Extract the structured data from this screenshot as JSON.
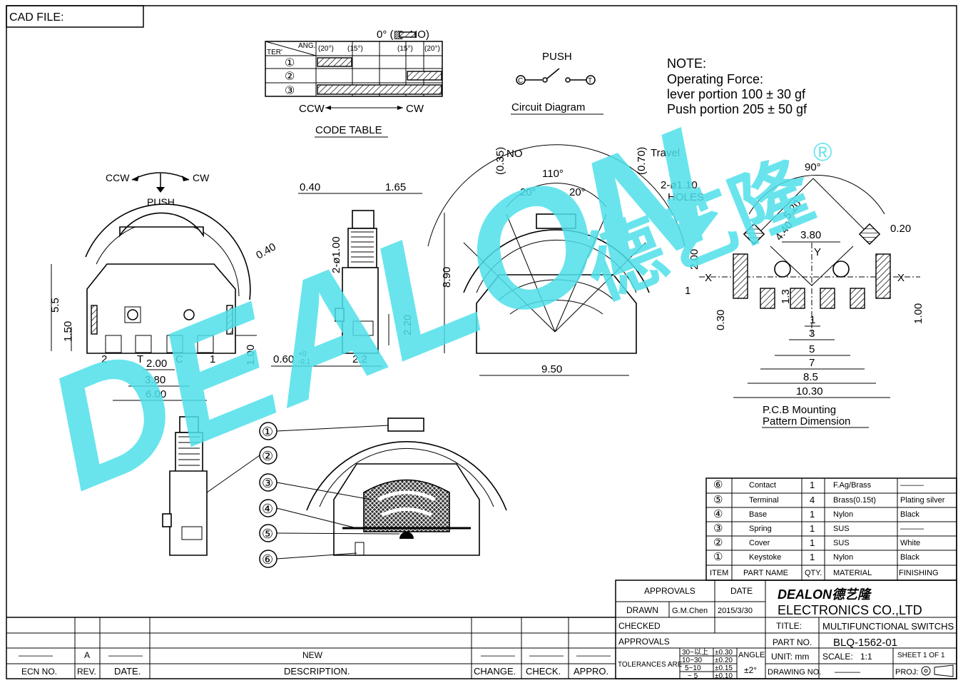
{
  "header": {
    "cad_file": "CAD FILE:"
  },
  "code_table": {
    "legend": "0° (▨=NO)",
    "col_header_ter": "TER'",
    "col_header_ang": "ANG.",
    "angles": [
      "(20°)",
      "(15°)",
      "(15°)",
      "(20°)"
    ],
    "rows": [
      "①",
      "②",
      "③"
    ],
    "ccw": "CCW",
    "cw": "CW",
    "title": "CODE TABLE"
  },
  "circuit": {
    "push": "PUSH",
    "left": "C",
    "right": "T",
    "title": "Circuit Diagram"
  },
  "note": {
    "title": "NOTE:",
    "line1": "Operating Force:",
    "line2": "lever portion 100 ± 30 gf",
    "line3": "Push portion 205 ± 50 gf"
  },
  "front_view": {
    "ccw": "CCW",
    "cw": "CW",
    "push": "PUSH",
    "dim_040": "0.40",
    "dim_55": "5.5",
    "dim_150": "1.50",
    "dim_100": "1.00",
    "pin2": "2",
    "pinT": "T",
    "pinC": "C",
    "pin1": "1",
    "dim_200": "2.00",
    "dim_380": "3.80",
    "dim_600": "6.00"
  },
  "side_view": {
    "dim_040": "0.40",
    "dim_165": "1.65",
    "dim_2x100": "2-ø1.00",
    "dim_220": "2.20",
    "dim_060": "0.60",
    "tol_plus": "+0",
    "tol_minus": "-0.1",
    "dim_22": "2.2"
  },
  "rot_view": {
    "no": "NO",
    "travel": "Travel",
    "dim_035": "(0.35)",
    "dim_070": "(0.70)",
    "ang_110": "110°",
    "ang_20a": "20°",
    "ang_20b": "20°",
    "dim_890": "8.90",
    "dim_950": "9.50"
  },
  "pcb": {
    "holes": "2-ø1.10",
    "holes2": "HOLES",
    "ang_90": "90°",
    "dim_520": "5.20",
    "dim_440": "4.40",
    "dim_020": "0.20",
    "dim_380": "3.80",
    "y": "Y",
    "x_left": "X",
    "x_right": "X",
    "dim_200": "2.00",
    "dim_1": "1",
    "dim_13": "1.3",
    "dim_030": "0.30",
    "dim_100": "1.00",
    "w1": "1",
    "w3": "3",
    "w5": "5",
    "w7": "7",
    "w85": "8.5",
    "w1030": "10.30",
    "title1": "P.C.B Mounting",
    "title2": "Pattern Dimension"
  },
  "exploded": {
    "labels": [
      "①",
      "②",
      "③",
      "④",
      "⑤",
      "⑥"
    ]
  },
  "watermark": {
    "text": "DEALON",
    "chinese": "德艺隆",
    "reg": "®"
  },
  "bom": {
    "rows": [
      {
        "item": "⑥",
        "name": "Contact",
        "qty": "1",
        "material": "F.Ag/Brass",
        "finishing": "———"
      },
      {
        "item": "⑤",
        "name": "Terminal",
        "qty": "4",
        "material": "Brass(0.15t)",
        "finishing": "Plating silver"
      },
      {
        "item": "④",
        "name": "Base",
        "qty": "1",
        "material": "Nylon",
        "finishing": "Black"
      },
      {
        "item": "③",
        "name": "Spring",
        "qty": "1",
        "material": "SUS",
        "finishing": "———"
      },
      {
        "item": "②",
        "name": "Cover",
        "qty": "1",
        "material": "SUS",
        "finishing": "White"
      },
      {
        "item": "①",
        "name": "Keystoke",
        "qty": "1",
        "material": "Nylon",
        "finishing": "Black"
      }
    ],
    "header": {
      "item": "ITEM",
      "name": "PART NAME",
      "qty": "QTY.",
      "material": "MATERIAL",
      "finishing": "FINISHING"
    }
  },
  "title_block": {
    "approvals": "APPROVALS",
    "date": "DATE",
    "drawn": "DRAWN",
    "drawn_by": "G.M.Chen",
    "drawn_date": "2015/3/30",
    "checked": "CHECKED",
    "approvals2": "APPROVALS",
    "company_logo": "DEALON德艺隆",
    "company": "ELECTRONICS CO.,LTD",
    "title_label": "TITLE:",
    "title_value": "MULTIFUNCTIONAL SWITCHS",
    "part_label": "PART NO.",
    "part_value": "BLQ-1562-01",
    "tol_label": "TOLERANCES ARE",
    "tol_r1": "30~以上",
    "tol_v1": "±0.30",
    "tol_r2": "10~30",
    "tol_v2": "±0.20",
    "tol_r3": "5~10",
    "tol_v3": "±0.15",
    "tol_r4": "~ 5",
    "tol_v4": "±0.10",
    "angle_label": "ANGLE",
    "angle_value": "±2°",
    "unit": "UNIT: mm",
    "scale_label": "SCALE:",
    "scale_value": "1:1",
    "sheet": "SHEET 1 OF 1",
    "drawing_no": "DRAWING NO.",
    "drawing_no_value": "———",
    "proj": "PROJ:"
  },
  "revision": {
    "row1": {
      "ecn": "————",
      "rev": "A",
      "date": "————",
      "desc": "NEW",
      "change": "————",
      "check": "————",
      "appro": "————"
    },
    "headers": {
      "ecn": "ECN NO.",
      "rev": "REV.",
      "date": "DATE.",
      "desc": "DESCRIPTION.",
      "change": "CHANGE.",
      "check": "CHECK.",
      "appro": "APPRO."
    }
  }
}
